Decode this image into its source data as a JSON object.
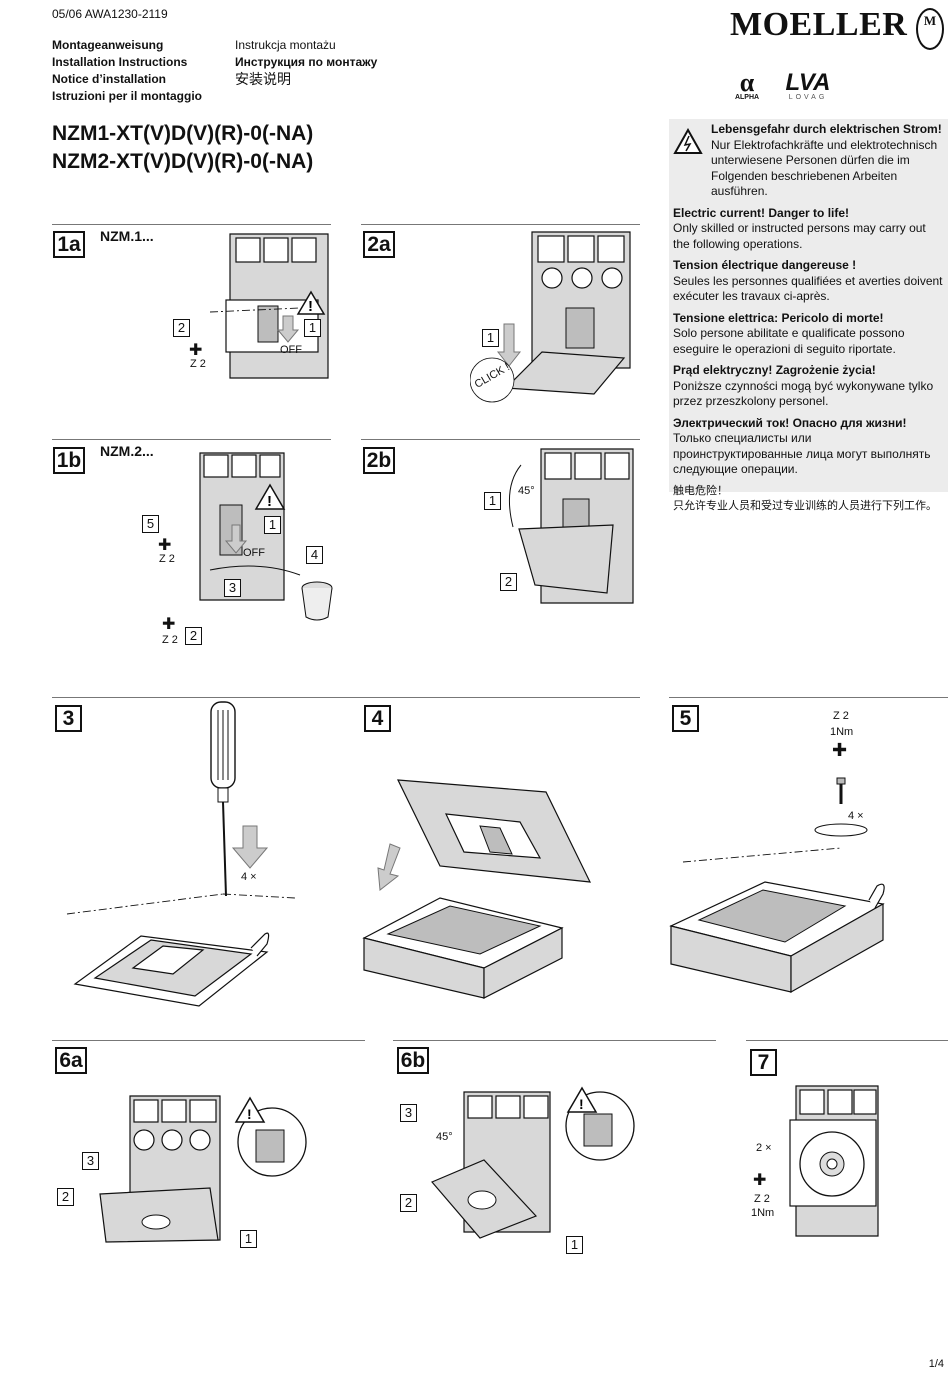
{
  "header": {
    "doc_number": "05/06 AWA1230-2119",
    "titles_left": [
      "Montageanweisung",
      "Installation Instructions",
      "Notice d’installation",
      "Istruzioni per il montaggio"
    ],
    "titles_right": [
      "Instrukcja montażu",
      "Инструкция по монтажу",
      "安装说明"
    ],
    "brand": "MOELLER",
    "brand_badge": "M",
    "cert1_symbol": "α",
    "cert1_label": "ALPHA",
    "cert2_symbol": "LVA",
    "cert2_label": "LOVAG"
  },
  "product": {
    "line1": "NZM1-XT(V)D(V)(R)-0(-NA)",
    "line2": "NZM2-XT(V)D(V)(R)-0(-NA)"
  },
  "warning": {
    "de_title": "Lebensgefahr durch elektrischen Strom!",
    "de_text": "Nur Elektrofachkräfte und elektrotechnisch unterwiesene Personen dürfen die im Folgenden beschriebenen Arbeiten ausführen.",
    "en_title": "Electric current! Danger to life!",
    "en_text": "Only skilled or instructed persons may carry out the following operations.",
    "fr_title": "Tension électrique dangereuse !",
    "fr_text": "Seules les personnes qualifiées et averties doivent exécuter les travaux ci-après.",
    "it_title": "Tensione elettrica: Pericolo di morte!",
    "it_text": "Solo persone abilitate e qualificate possono eseguire le operazioni di seguito riportate.",
    "pl_title": "Prąd elektryczny! Zagrożenie życia!",
    "pl_text": "Poniższe czynności mogą być wykonywane tylko przez przeszkolony personel.",
    "ru_title": "Электрический ток! Опасно для жизни!",
    "ru_text": "Только специалисты или проинструктированные лица могут выполнять следующие операции.",
    "zh_title": "触电危险！",
    "zh_text": "只允许专业人员和受过专业训练的人员进行下列工作。"
  },
  "steps": {
    "s1a": {
      "label": "1a",
      "sub": "NZM.1...",
      "off": "OFF",
      "tool": "Z 2"
    },
    "s1b": {
      "label": "1b",
      "sub": "NZM.2...",
      "off": "OFF",
      "tool1": "Z 2",
      "tool2": "Z 2"
    },
    "s2a": {
      "label": "2a",
      "click": "CLICK !"
    },
    "s2b": {
      "label": "2b",
      "angle": "45°"
    },
    "s3": {
      "label": "3",
      "count": "4 ×"
    },
    "s4": {
      "label": "4"
    },
    "s5": {
      "label": "5",
      "tool": "Z 2",
      "torque": "1Nm",
      "count": "4 ×"
    },
    "s6a": {
      "label": "6a"
    },
    "s6b": {
      "label": "6b",
      "angle": "45°"
    },
    "s7": {
      "label": "7",
      "count": "2 ×",
      "tool": "Z 2",
      "torque": "1Nm"
    }
  },
  "callouts": {
    "one": "1",
    "two": "2",
    "three": "3",
    "four": "4",
    "five": "5"
  },
  "page": "1/4"
}
